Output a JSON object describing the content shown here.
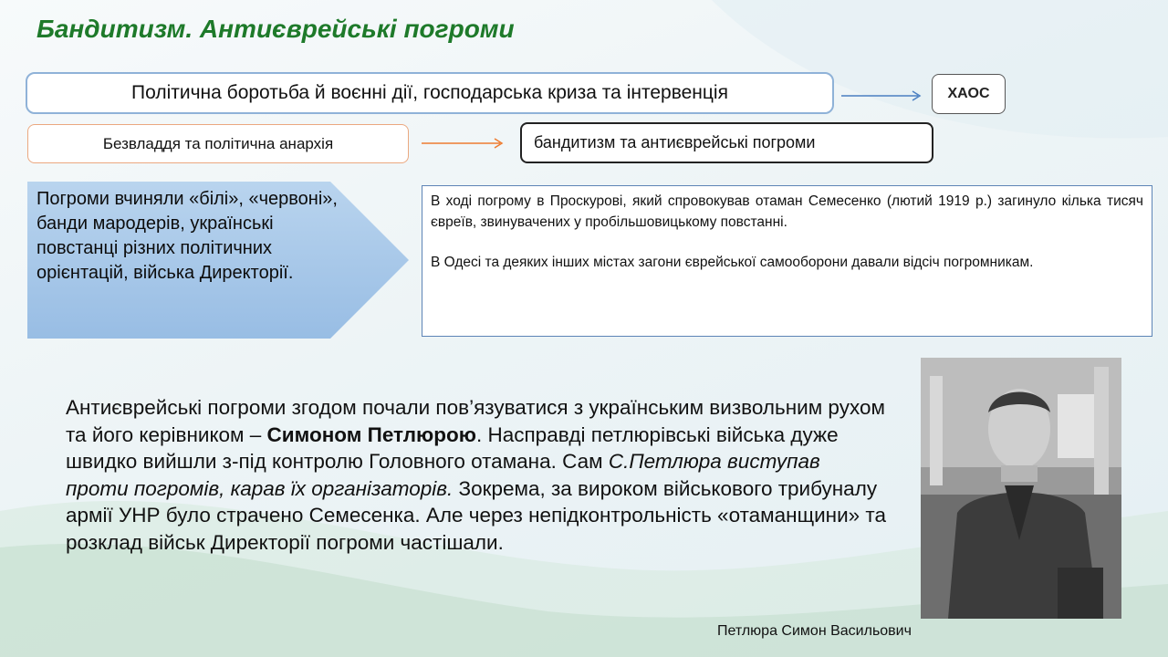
{
  "slide": {
    "title": "Бандитизм. Антиєврейські погроми"
  },
  "flow": {
    "causes_box": "Політична боротьба й воєнні дії, господарська криза та інтервенція",
    "chaos_box": "ХАОС",
    "anarchy_box": "Безвладдя та політична анархія",
    "banditry_box": "бандитизм та антиєврейські  погроми",
    "arrow_blue_color": "#4a7fc1",
    "arrow_orange_color": "#ee7b30"
  },
  "pentagon": {
    "text": "Погроми вчиняли «білі», «червоні», банди мародерів, українські повстанці різних політичних орієнтацій, війська Директорії.",
    "fill_color": "#a9c8e8"
  },
  "info_box": {
    "paragraph_1": "В ході погрому  в Проскурові, який спровокував отаман Семесенко  (лютий 1919 р.)  загинуло кілька тисяч євреїв, звинувачених  у пробільшовицькому повстанні.",
    "paragraph_2": "В Одесі та деяких  інших  містах загони єврейської  самооборони  давали  відсіч погромникам."
  },
  "main_text": {
    "part_1": "Антиєврейські погроми згодом почали пов’язуватися з українським визвольним рухом та його керівником – ",
    "bold_name": "Симоном Петлюрою",
    "part_2": ". Насправді петлюрівські війська дуже швидко вийшли з-під контролю Головного отамана. Сам ",
    "italic_part": "С.Петлюра виступав проти погромів, карав їх організаторів.",
    "part_3": " Зокрема, за вироком військового трибуналу армії УНР було страчено Семесенка. Але через непідконтрольність «отаманщини» та розклад військ Директорії погроми частішали."
  },
  "photo": {
    "caption": "Петлюра Симон Васильович"
  },
  "theme": {
    "title_color": "#1e7a2a",
    "wave_color": "#bcd9c6"
  }
}
